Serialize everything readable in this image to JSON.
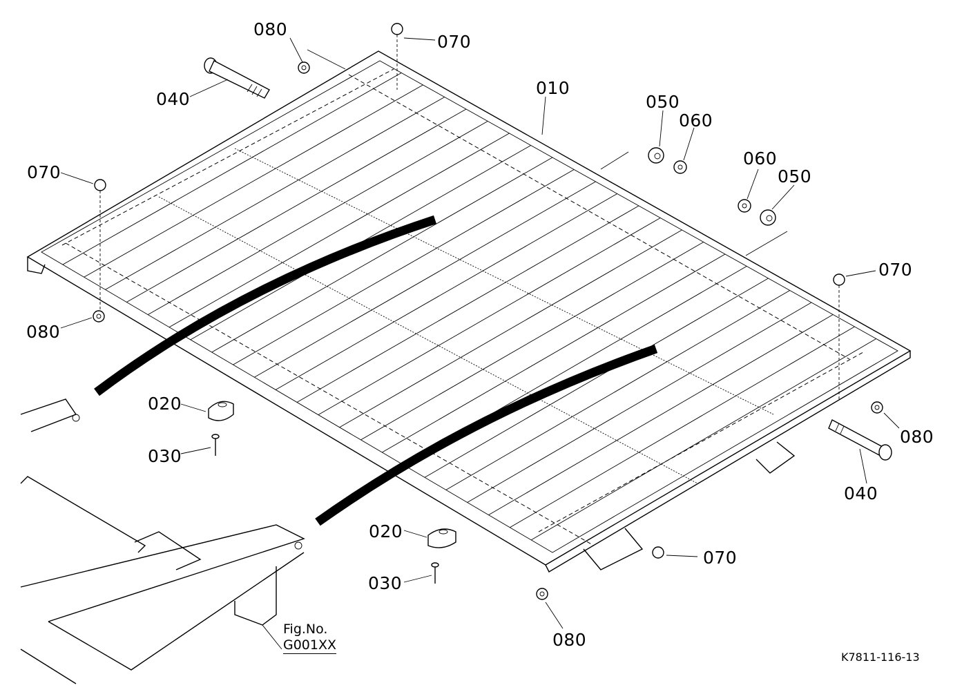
{
  "callouts": {
    "p010": "010",
    "p020_a": "020",
    "p020_b": "020",
    "p030_a": "030",
    "p030_b": "030",
    "p040_a": "040",
    "p040_b": "040",
    "p050_a": "050",
    "p050_b": "050",
    "p060_a": "060",
    "p060_b": "060",
    "p070_a": "070",
    "p070_b": "070",
    "p070_c": "070",
    "p070_d": "070",
    "p080_a": "080",
    "p080_b": "080",
    "p080_c": "080",
    "p080_d": "080"
  },
  "figure_ref": {
    "line1": "Fig.No.",
    "line2": "G001XX"
  },
  "drawing_code": "K7811-116-13"
}
